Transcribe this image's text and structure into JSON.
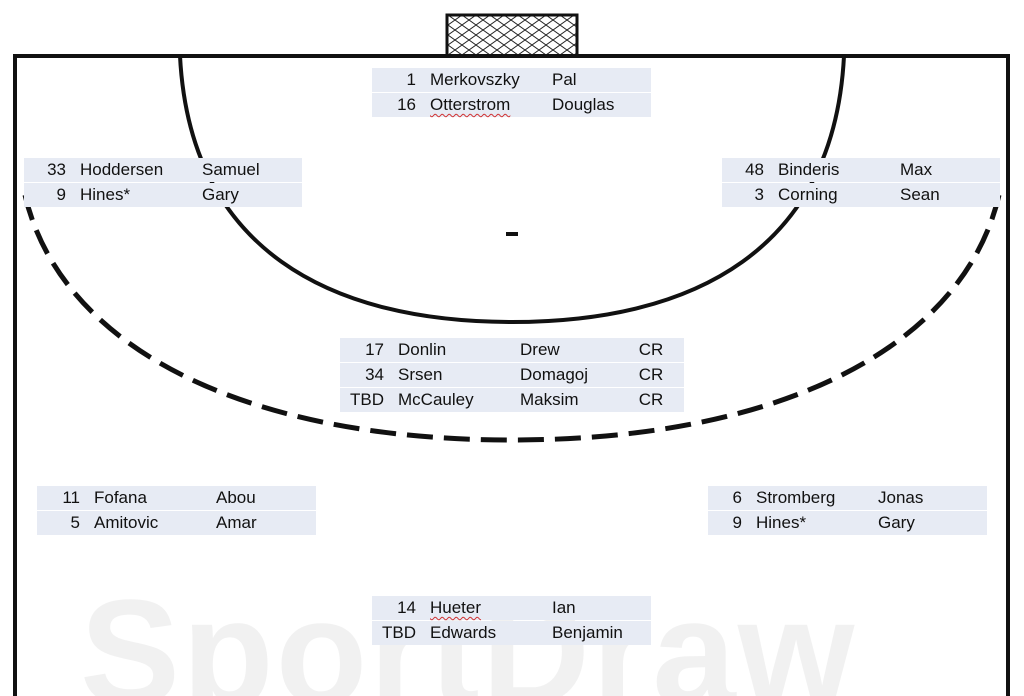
{
  "watermark": "SportDraw",
  "positions": {
    "goalkeeper": [
      {
        "number": "1",
        "last": "Merkovszky",
        "first": "Pal"
      },
      {
        "number": "16",
        "last": "Otterstrom",
        "first": "Douglas"
      }
    ],
    "left_wing": [
      {
        "number": "33",
        "last": "Hoddersen",
        "first": "Samuel"
      },
      {
        "number": "9",
        "last": "Hines*",
        "first": "Gary"
      }
    ],
    "right_wing": [
      {
        "number": "48",
        "last": "Binderis",
        "first": "Max"
      },
      {
        "number": "3",
        "last": "Corning",
        "first": "Sean"
      }
    ],
    "pivot": [
      {
        "number": "17",
        "last": "Donlin",
        "first": "Drew",
        "pos": "CR"
      },
      {
        "number": "34",
        "last": "Srsen",
        "first": "Domagoj",
        "pos": "CR"
      },
      {
        "number": "TBD",
        "last": "McCauley",
        "first": "Maksim",
        "pos": "CR"
      }
    ],
    "left_back": [
      {
        "number": "11",
        "last": "Fofana",
        "first": "Abou"
      },
      {
        "number": "5",
        "last": "Amitovic",
        "first": "Amar"
      }
    ],
    "right_back": [
      {
        "number": "6",
        "last": "Stromberg",
        "first": "Jonas"
      },
      {
        "number": "9",
        "last": "Hines*",
        "first": "Gary"
      }
    ],
    "center_back": [
      {
        "number": "14",
        "last": "Hueter",
        "first": "Ian"
      },
      {
        "number": "TBD",
        "last": "Edwards",
        "first": "Benjamin"
      }
    ]
  }
}
